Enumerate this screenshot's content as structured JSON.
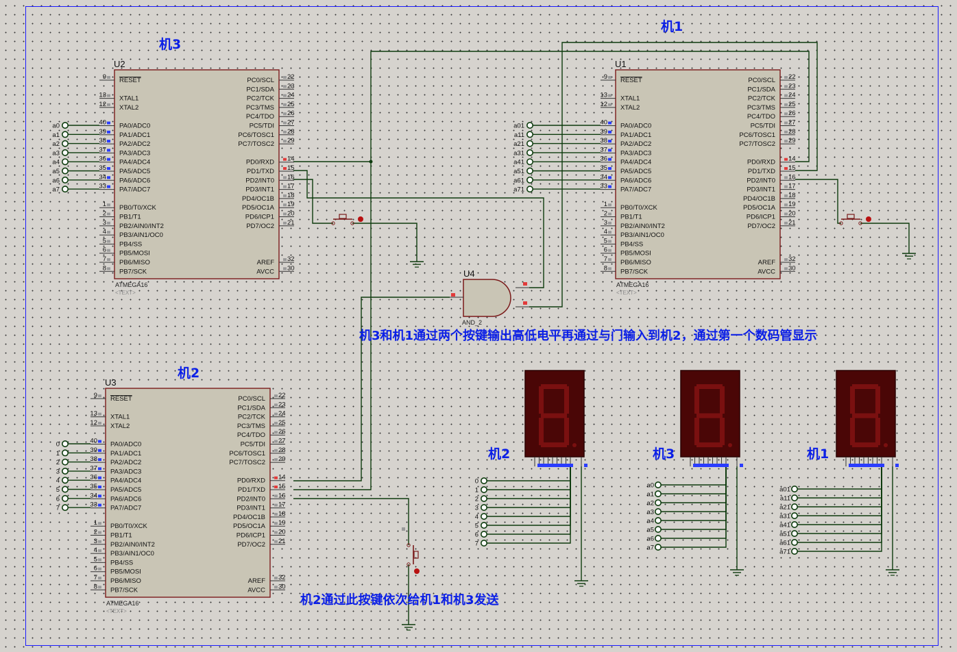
{
  "labels": {
    "title_u2": "机3",
    "title_u1": "机1",
    "title_u3": "机2",
    "note_and": "机3和机1通过两个按键输出高低电平再通过与门输入到机2，通过第一个数码管显示",
    "note_btn": "机2通过此按键依次给机1和机3发送",
    "disp1_label": "机2",
    "disp2_label": "机3",
    "disp3_label": "机1"
  },
  "chips": {
    "u2": {
      "ref": "U2",
      "part": "ATMEGA16",
      "text": "<TEXT>"
    },
    "u1": {
      "ref": "U1",
      "part": "ATMEGA16",
      "text": "<TEXT>"
    },
    "u3": {
      "ref": "U3",
      "part": "ATMEGA16",
      "text": "<TEXT>"
    }
  },
  "gate": {
    "ref": "U4",
    "part": "AND_2"
  },
  "pins_left": [
    {
      "num": "9",
      "name": "RESET",
      "overline": true
    },
    {
      "num": "",
      "name": ""
    },
    {
      "num": "13",
      "name": "XTAL1"
    },
    {
      "num": "12",
      "name": "XTAL2"
    },
    {
      "num": "",
      "name": ""
    },
    {
      "num": "40",
      "name": "PA0/ADC0"
    },
    {
      "num": "39",
      "name": "PA1/ADC1"
    },
    {
      "num": "38",
      "name": "PA2/ADC2"
    },
    {
      "num": "37",
      "name": "PA3/ADC3"
    },
    {
      "num": "36",
      "name": "PA4/ADC4"
    },
    {
      "num": "35",
      "name": "PA5/ADC5"
    },
    {
      "num": "34",
      "name": "PA6/ADC6"
    },
    {
      "num": "33",
      "name": "PA7/ADC7"
    },
    {
      "num": "",
      "name": ""
    },
    {
      "num": "1",
      "name": "PB0/T0/XCK"
    },
    {
      "num": "2",
      "name": "PB1/T1"
    },
    {
      "num": "3",
      "name": "PB2/AIN0/INT2"
    },
    {
      "num": "4",
      "name": "PB3/AIN1/OC0"
    },
    {
      "num": "5",
      "name": "PB4/SS"
    },
    {
      "num": "6",
      "name": "PB5/MOSI"
    },
    {
      "num": "7",
      "name": "PB6/MISO"
    },
    {
      "num": "8",
      "name": "PB7/SCK"
    }
  ],
  "pins_right": [
    {
      "num": "22",
      "name": "PC0/SCL"
    },
    {
      "num": "23",
      "name": "PC1/SDA"
    },
    {
      "num": "24",
      "name": "PC2/TCK"
    },
    {
      "num": "25",
      "name": "PC3/TMS"
    },
    {
      "num": "26",
      "name": "PC4/TDO"
    },
    {
      "num": "27",
      "name": "PC5/TDI"
    },
    {
      "num": "28",
      "name": "PC6/TOSC1"
    },
    {
      "num": "29",
      "name": "PC7/TOSC2"
    },
    {
      "num": "",
      "name": ""
    },
    {
      "num": "14",
      "name": "PD0/RXD"
    },
    {
      "num": "15",
      "name": "PD1/TXD"
    },
    {
      "num": "16",
      "name": "PD2/INT0"
    },
    {
      "num": "17",
      "name": "PD3/INT1"
    },
    {
      "num": "18",
      "name": "PD4/OC1B"
    },
    {
      "num": "19",
      "name": "PD5/OC1A"
    },
    {
      "num": "20",
      "name": "PD6/ICP1"
    },
    {
      "num": "21",
      "name": "PD7/OC2"
    },
    {
      "num": "",
      "name": ""
    },
    {
      "num": "",
      "name": ""
    },
    {
      "num": "",
      "name": ""
    },
    {
      "num": "32",
      "name": "AREF"
    },
    {
      "num": "30",
      "name": "AVCC"
    }
  ],
  "terminals": {
    "u2": [
      "a0",
      "a1",
      "a2",
      "a3",
      "a4",
      "a5",
      "a6",
      "a7"
    ],
    "u1": [
      "a01",
      "a11",
      "a21",
      "a31",
      "a41",
      "a51",
      "a61",
      "a71"
    ],
    "u3": [
      "0",
      "1",
      "2",
      "3",
      "4",
      "5",
      "6",
      "7"
    ],
    "disp1": [
      "0",
      "1",
      "2",
      "3",
      "4",
      "5",
      "6",
      "7"
    ],
    "disp2": [
      "a0",
      "a1",
      "a2",
      "a3",
      "a4",
      "a5",
      "a6",
      "a7"
    ],
    "disp3": [
      "a01",
      "a11",
      "a21",
      "a31",
      "a41",
      "a51",
      "a61",
      "a71"
    ]
  },
  "colors": {
    "chip_fill": "#c9c5b5",
    "chip_border": "#7a1a1a",
    "wire": "#0d3b0d",
    "label_blue": "#0b1fe6",
    "display_bg": "#4a0606",
    "segment": "#7a1010"
  }
}
